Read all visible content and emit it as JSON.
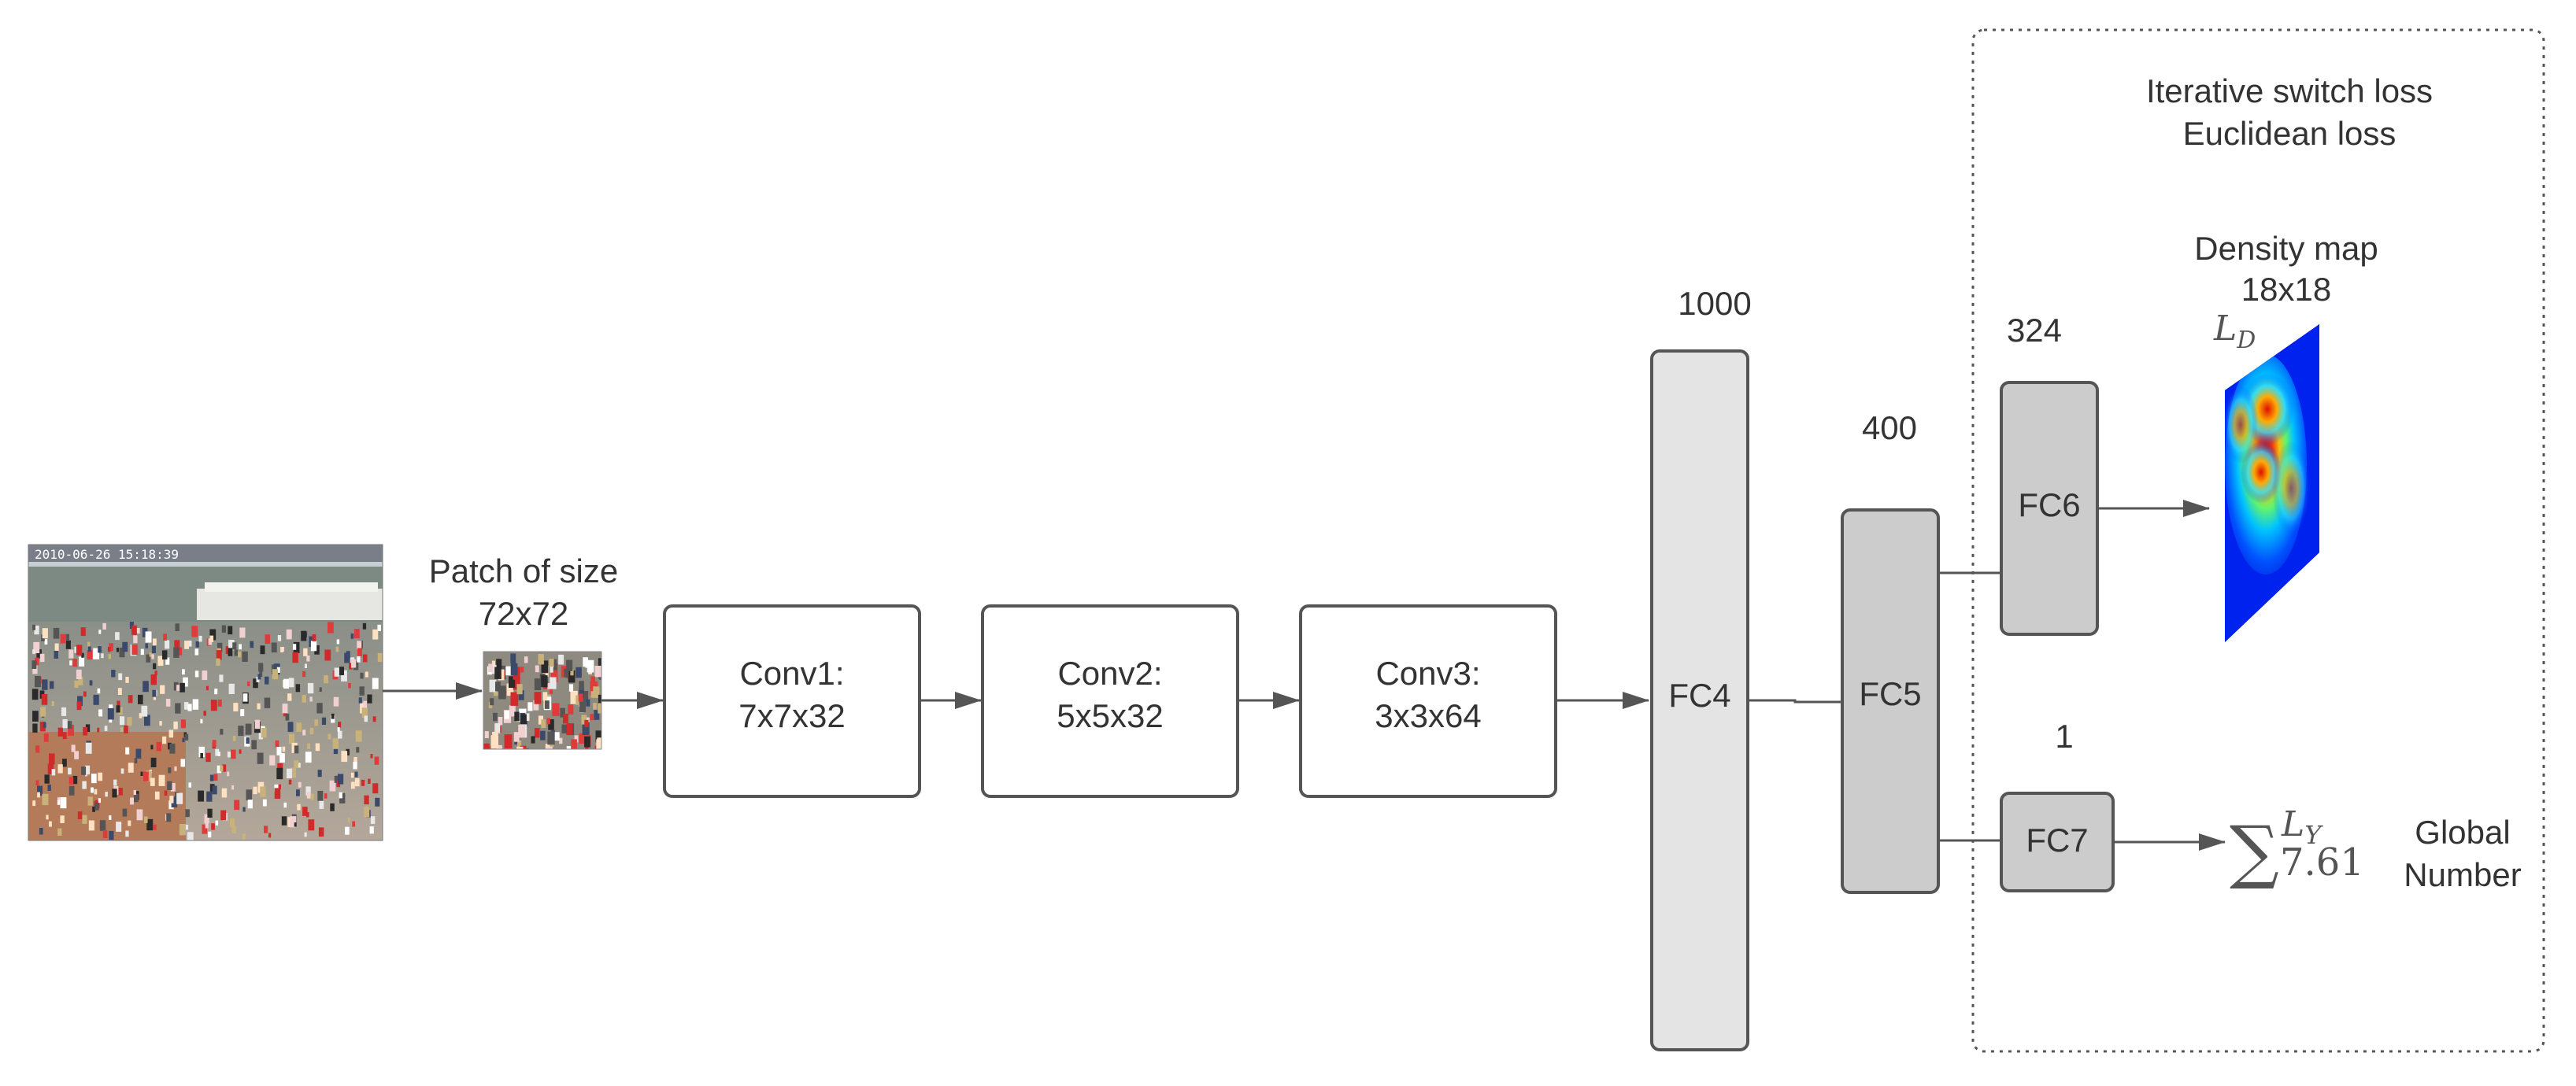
{
  "input": {
    "timestamp_overlay": "2010-06-26 15:18:39",
    "patch_label_line1": "Patch of size",
    "patch_label_line2": "72x72"
  },
  "conv_layers": [
    {
      "name": "Conv1:",
      "size": "7x7x32"
    },
    {
      "name": "Conv2:",
      "size": "5x5x32"
    },
    {
      "name": "Conv3:",
      "size": "3x3x64"
    }
  ],
  "fc_layers": {
    "fc4": {
      "name": "FC4",
      "units": "1000"
    },
    "fc5": {
      "name": "FC5",
      "units": "400"
    },
    "fc6": {
      "name": "FC6",
      "units": "324"
    },
    "fc7": {
      "name": "FC7",
      "units": "1"
    }
  },
  "loss_box": {
    "line1": "Iterative switch loss",
    "line2": "Euclidean loss"
  },
  "outputs": {
    "density_title": "Density map",
    "density_size": "18x18",
    "density_loss_symbol": "L_D",
    "density_loss_main": "L",
    "density_loss_sub": "D",
    "global_sum_symbol": "∑",
    "global_loss_main": "L",
    "global_loss_sub": "Y",
    "global_value": "7.61",
    "global_label_line1": "Global",
    "global_label_line2": "Number"
  },
  "colors": {
    "block_border": "#555555",
    "fc4_fill": "#e4e4e4",
    "fc_dark_fill": "#cccccc",
    "arrow": "#555555",
    "dotted_border": "#555555"
  }
}
